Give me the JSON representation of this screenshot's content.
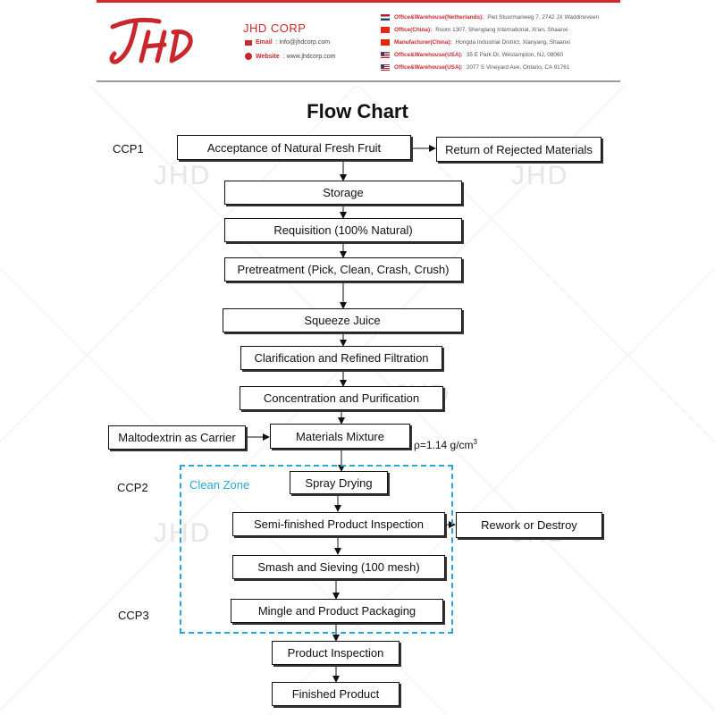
{
  "header": {
    "company": "JHD CORP",
    "email_label": "Email",
    "email_value": ": info@jhdcorp.com",
    "website_label": "Website",
    "website_value": ": www.jhdcorp.com",
    "offices": [
      {
        "flag": "nl",
        "label": "Office&Warehouse(Netherlands):",
        "address": "Piet Stuurmanweg 7, 2742 JX Waddinxveen"
      },
      {
        "flag": "cn",
        "label": "Office(China):",
        "address": "Room 1307, Shenglang International, Xi'an, Shaanxi"
      },
      {
        "flag": "cn",
        "label": "Manufacturer(China):",
        "address": "Hongda Industrial District, Xianyang, Shaanxi"
      },
      {
        "flag": "us",
        "label": "Office&Warehouse(USA):",
        "address": "35 E Park Dr, Westampton, NJ, 08060"
      },
      {
        "flag": "us",
        "label": "Office&Warehouse(USA):",
        "address": "2077 S Vineyard Ave, Ontario, CA 91761"
      }
    ],
    "accent_color": "#c8282d"
  },
  "diagram": {
    "title": "Flow Chart",
    "nodes": {
      "acceptance": "Acceptance of Natural Fresh Fruit",
      "return_rejected": "Return of Rejected Materials",
      "storage": "Storage",
      "requisition": "Requisition (100% Natural)",
      "pretreatment": "Pretreatment (Pick, Clean, Crash, Crush)",
      "squeeze": "Squeeze Juice",
      "clarification": "Clarification and Refined Filtration",
      "concentration": "Concentration and Purification",
      "maltodextrin": "Maltodextrin as Carrier",
      "mixture": "Materials Mixture",
      "spray": "Spray Drying",
      "semi_inspection": "Semi-finished Product Inspection",
      "rework": "Rework or Destroy",
      "smash": "Smash and Sieving (100 mesh)",
      "mingle": "Mingle and Product Packaging",
      "product_inspection": "Product Inspection",
      "finished": "Finished Product"
    },
    "ccp": {
      "ccp1": "CCP1",
      "ccp2": "CCP2",
      "ccp3": "CCP3"
    },
    "zone_label": "Clean Zone",
    "zone_color": "#2aa6da",
    "density_prefix": "ρ=1.14 g/cm",
    "density_exp": "3",
    "watermark": "JHD"
  }
}
